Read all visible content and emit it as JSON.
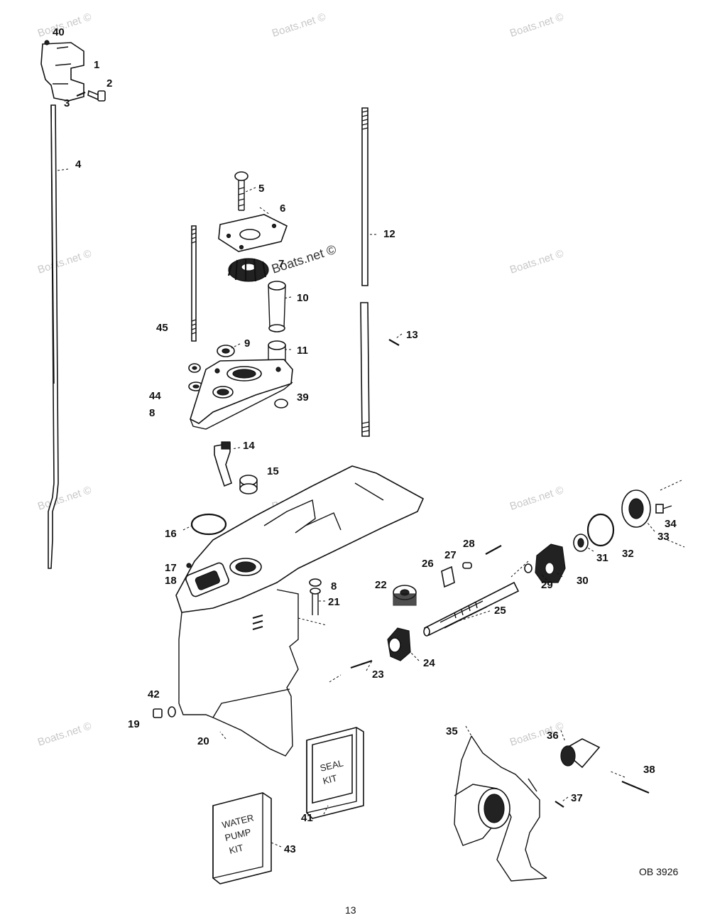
{
  "diagram": {
    "callouts": [
      {
        "id": "40",
        "label": "40"
      },
      {
        "id": "1",
        "label": "1"
      },
      {
        "id": "2",
        "label": "2"
      },
      {
        "id": "3",
        "label": "3"
      },
      {
        "id": "4",
        "label": "4"
      },
      {
        "id": "5",
        "label": "5"
      },
      {
        "id": "6",
        "label": "6"
      },
      {
        "id": "7",
        "label": "7"
      },
      {
        "id": "10",
        "label": "10"
      },
      {
        "id": "45",
        "label": "45"
      },
      {
        "id": "9",
        "label": "9"
      },
      {
        "id": "11",
        "label": "11"
      },
      {
        "id": "44",
        "label": "44"
      },
      {
        "id": "39",
        "label": "39"
      },
      {
        "id": "8a",
        "label": "8"
      },
      {
        "id": "12",
        "label": "12"
      },
      {
        "id": "13",
        "label": "13"
      },
      {
        "id": "14",
        "label": "14"
      },
      {
        "id": "15",
        "label": "15"
      },
      {
        "id": "16",
        "label": "16"
      },
      {
        "id": "17",
        "label": "17"
      },
      {
        "id": "18",
        "label": "18"
      },
      {
        "id": "8b",
        "label": "8"
      },
      {
        "id": "21",
        "label": "21"
      },
      {
        "id": "22",
        "label": "22"
      },
      {
        "id": "26",
        "label": "26"
      },
      {
        "id": "27",
        "label": "27"
      },
      {
        "id": "28",
        "label": "28"
      },
      {
        "id": "25",
        "label": "25"
      },
      {
        "id": "29",
        "label": "29"
      },
      {
        "id": "30",
        "label": "30"
      },
      {
        "id": "31",
        "label": "31"
      },
      {
        "id": "32",
        "label": "32"
      },
      {
        "id": "33",
        "label": "33"
      },
      {
        "id": "34",
        "label": "34"
      },
      {
        "id": "24",
        "label": "24"
      },
      {
        "id": "23",
        "label": "23"
      },
      {
        "id": "42",
        "label": "42"
      },
      {
        "id": "19",
        "label": "19"
      },
      {
        "id": "20",
        "label": "20"
      },
      {
        "id": "35",
        "label": "35"
      },
      {
        "id": "36",
        "label": "36"
      },
      {
        "id": "38",
        "label": "38"
      },
      {
        "id": "37",
        "label": "37"
      },
      {
        "id": "41",
        "label": "41"
      },
      {
        "id": "43",
        "label": "43"
      }
    ],
    "kits": {
      "seal_kit_line1": "SEAL",
      "seal_kit_line2": "KIT",
      "water_kit_line1": "WATER",
      "water_kit_line2": "PUMP",
      "water_kit_line3": "KIT"
    },
    "drawing_number": "OB 3926",
    "page_number": "13",
    "watermark": "Boats.net ©"
  }
}
